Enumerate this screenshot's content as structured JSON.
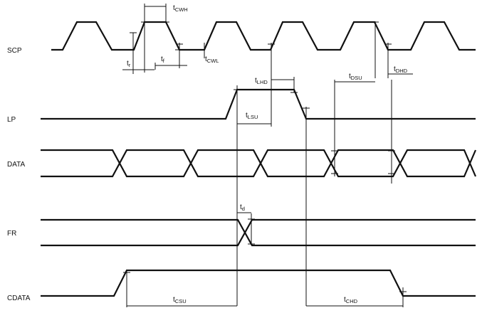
{
  "signals": {
    "scp": "SCP",
    "lp": "LP",
    "data": "DATA",
    "fr": "FR",
    "cdata": "CDATA"
  },
  "timings": {
    "tcwh": {
      "main": "t",
      "sub": "CWH"
    },
    "tcwl": {
      "main": "t",
      "sub": "CWL"
    },
    "tr": {
      "main": "t",
      "sub": "r"
    },
    "tf": {
      "main": "t",
      "sub": "f"
    },
    "tlhd": {
      "main": "t",
      "sub": "LHD"
    },
    "tlsu": {
      "main": "t",
      "sub": "LSU"
    },
    "tdsu": {
      "main": "t",
      "sub": "DSU"
    },
    "tdhd": {
      "main": "t",
      "sub": "DHD"
    },
    "td": {
      "main": "t",
      "sub": "d"
    },
    "tcsu": {
      "main": "t",
      "sub": "CSU"
    },
    "tchd": {
      "main": "t",
      "sub": "CHD"
    }
  }
}
